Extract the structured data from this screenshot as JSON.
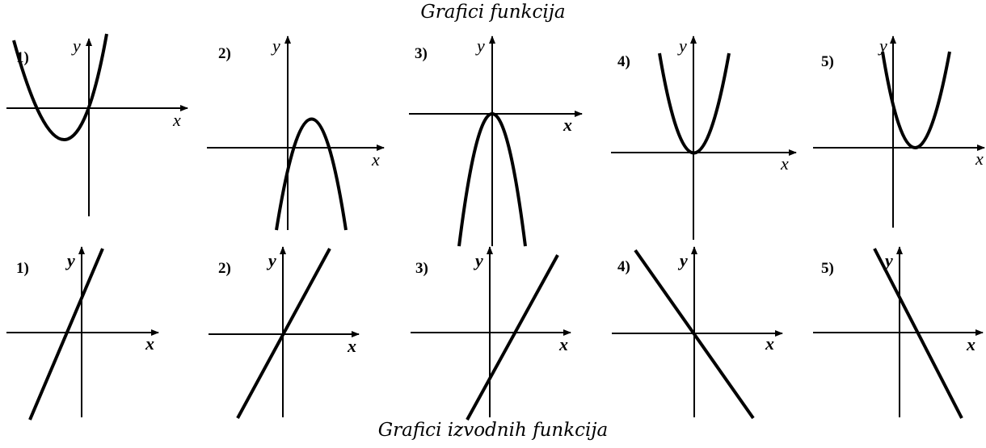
{
  "captions": {
    "top": "Grafici funkcija",
    "bottom": "Grafici izvodnih funkcija"
  },
  "axis_labels": {
    "x": "x",
    "y": "y"
  },
  "function_graphs": [
    {
      "label": "1)",
      "curve": "parabola",
      "opens": "up",
      "vertex": "below x-axis, left of y-axis",
      "passes_through_origin": true
    },
    {
      "label": "2)",
      "curve": "parabola",
      "opens": "down",
      "vertex": "above x-axis, right of y-axis"
    },
    {
      "label": "3)",
      "curve": "parabola",
      "opens": "down",
      "vertex": "at origin"
    },
    {
      "label": "4)",
      "curve": "parabola",
      "opens": "up",
      "vertex": "at origin"
    },
    {
      "label": "5)",
      "curve": "parabola",
      "opens": "up",
      "vertex": "on x-axis, right of y-axis"
    }
  ],
  "derivative_graphs": [
    {
      "label": "1)",
      "curve": "line",
      "slope": "positive",
      "y_intercept": "positive"
    },
    {
      "label": "2)",
      "curve": "line",
      "slope": "positive",
      "y_intercept": "zero"
    },
    {
      "label": "3)",
      "curve": "line",
      "slope": "positive",
      "y_intercept": "negative"
    },
    {
      "label": "4)",
      "curve": "line",
      "slope": "negative",
      "y_intercept": "zero"
    },
    {
      "label": "5)",
      "curve": "line",
      "slope": "negative",
      "y_intercept": "positive"
    }
  ]
}
